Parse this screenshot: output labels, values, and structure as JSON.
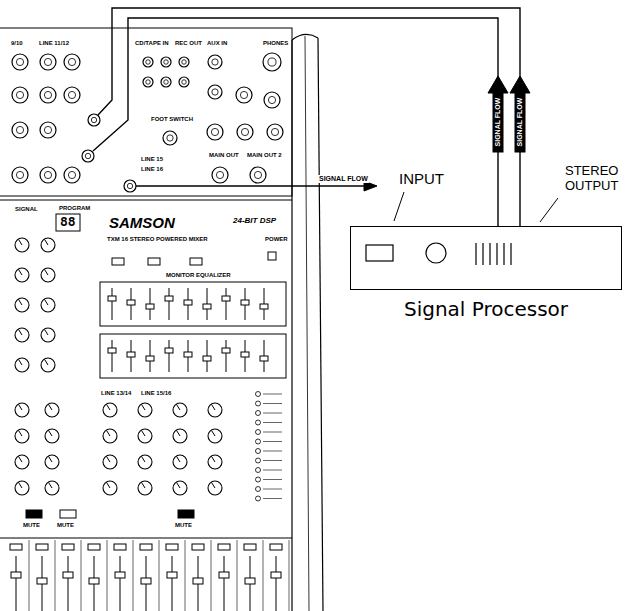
{
  "diagram": {
    "nodes": [
      {
        "text": [
          "Signal Processor"
        ]
      }
    ],
    "labels": [
      "9/10",
      "LINE 11/12",
      "CD/TAPE IN",
      "REC OUT",
      "AUX IN",
      "PHONES",
      "FOOT SWITCH",
      "LINE 15",
      "LINE 16",
      "MAIN OUT",
      "MAIN OUT 2",
      "SIGNAL FLOW",
      "SIGNAL FLOW",
      "SIGNAL FLOW",
      "INPUT",
      "STEREO OUTPUT",
      "SAMSON",
      "TXM 16 STEREO POWERED MIXER",
      "24-BIT DSP",
      "PROGRAM",
      "88",
      "MONITOR EQUALIZER",
      "LINE 13/14",
      "LINE 15/16",
      "MUTE",
      "MUTE",
      "MUTE",
      "SIGNAL",
      "POWER"
    ]
  }
}
